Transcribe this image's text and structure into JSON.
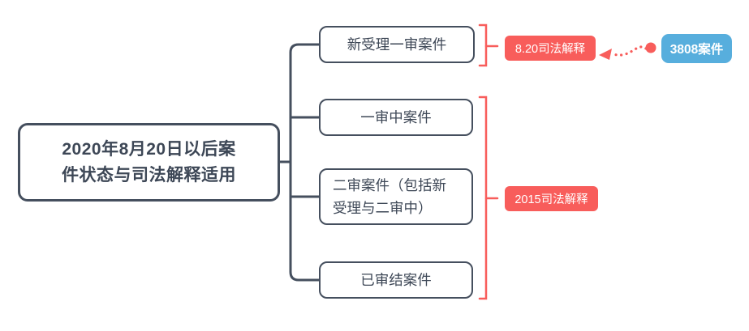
{
  "colors": {
    "node_border": "#454f5e",
    "node_text": "#3d4756",
    "annotation_red": "#f85d5b",
    "callout_blue": "#57aedd",
    "background": "#ffffff"
  },
  "mindmap": {
    "root": {
      "label": "2020年8月20日以后案\n件状态与司法解释适用"
    },
    "children": [
      {
        "label": "新受理一审案件"
      },
      {
        "label": "一审中案件"
      },
      {
        "label": "二审案件（包括新\n受理与二审中）"
      },
      {
        "label": "已审结案件"
      }
    ],
    "annotations": [
      {
        "label": "8.20司法解释"
      },
      {
        "label": "2015司法解释"
      }
    ],
    "callout": {
      "label": "3808案件"
    }
  }
}
